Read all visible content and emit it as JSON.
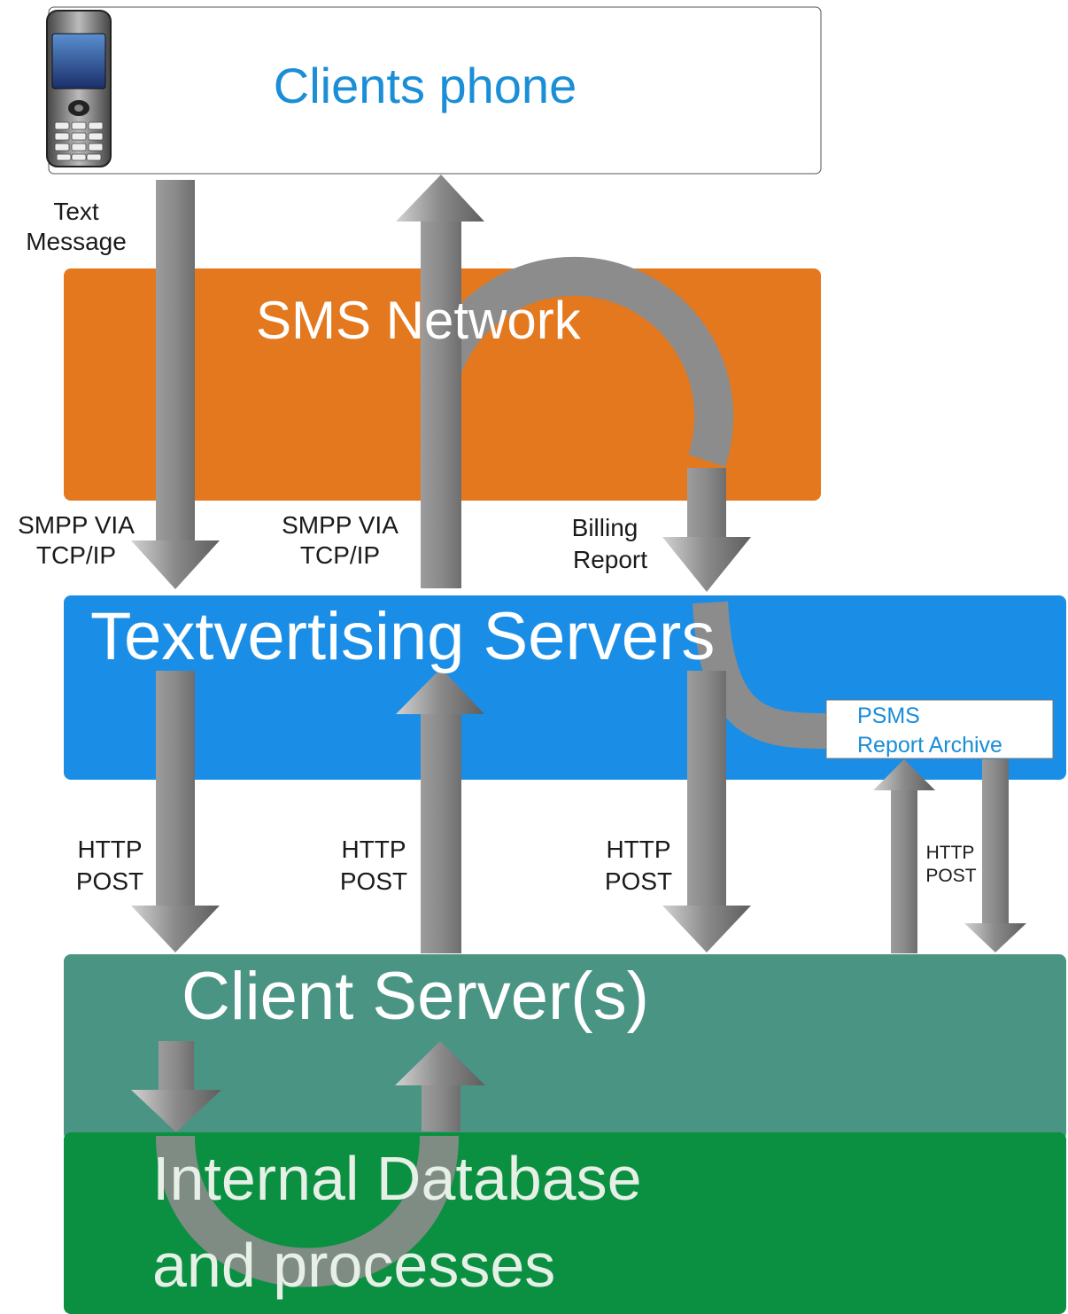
{
  "layers": {
    "phone": {
      "title": "Clients phone",
      "fill": "#ffffff",
      "text_color": "#1a8ed6"
    },
    "sms": {
      "title": "SMS Network",
      "fill": "#e4781e",
      "text_color": "#ffffff"
    },
    "textvertising": {
      "title": "Textvertising Servers",
      "fill": "#1a8ee6",
      "text_color": "#ffffff"
    },
    "archive": {
      "line1": "PSMS",
      "line2": "Report Archive",
      "fill": "#ffffff",
      "text_color": "#1a8ed6"
    },
    "client_server": {
      "title": "Client Server(s)",
      "fill": "#4a9484",
      "text_color": "#ffffff"
    },
    "database": {
      "line1": "Internal Database",
      "line2": "and processes",
      "fill": "#0a9040",
      "text_color": "#e6f0e6"
    }
  },
  "labels": {
    "text_message": {
      "line1": "Text",
      "line2": "Message"
    },
    "smpp_down": {
      "line1": "SMPP VIA",
      "line2": "TCP/IP"
    },
    "smpp_up": {
      "line1": "SMPP VIA",
      "line2": "TCP/IP"
    },
    "billing": {
      "line1": "Billing",
      "line2": "Report"
    },
    "http_1": {
      "line1": "HTTP",
      "line2": "POST"
    },
    "http_2": {
      "line1": "HTTP",
      "line2": "POST"
    },
    "http_3": {
      "line1": "HTTP",
      "line2": "POST"
    },
    "http_4": {
      "line1": "HTTP",
      "line2": "POST"
    }
  },
  "arrow_color": "#8c8c8c",
  "icons": {
    "phone": "mobile-phone-icon"
  }
}
